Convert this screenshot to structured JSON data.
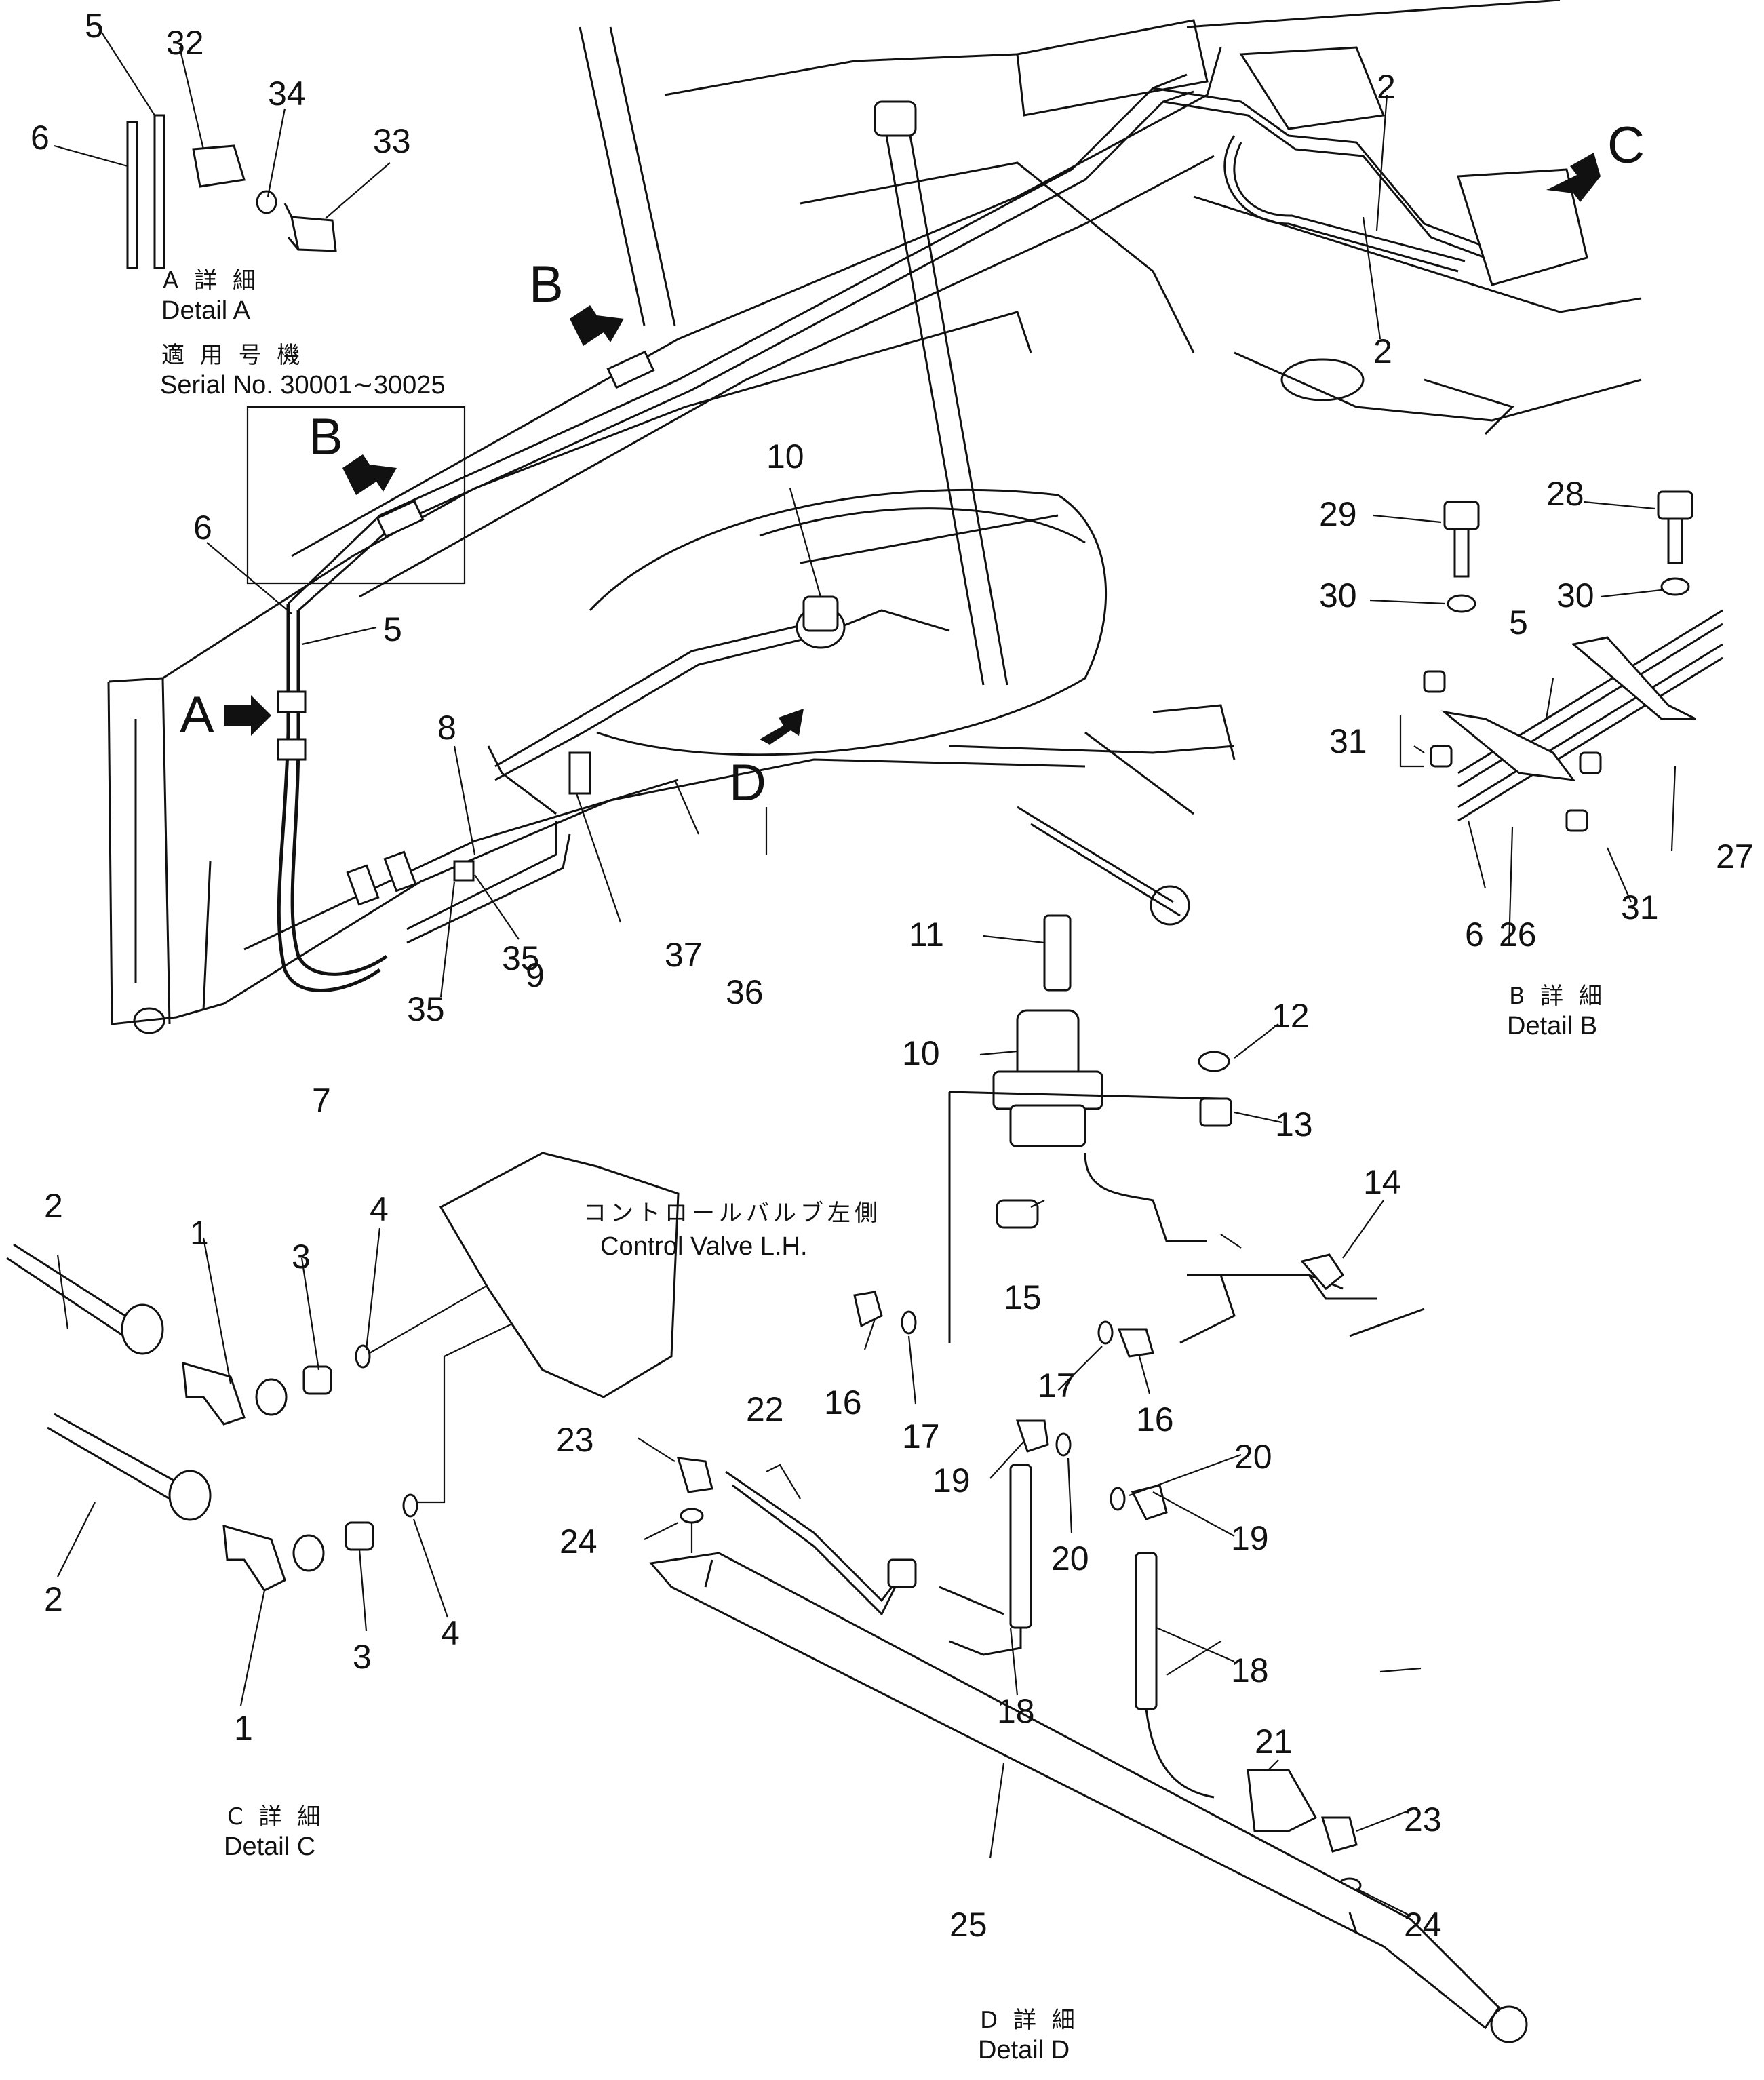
{
  "details": {
    "a": {
      "jp": "A 詳 細",
      "en": "Detail A"
    },
    "b": {
      "jp": "B 詳 細",
      "en": "Detail B"
    },
    "c": {
      "jp": "C 詳 細",
      "en": "Detail C"
    },
    "d": {
      "jp": "D 詳 細",
      "en": "Detail D"
    }
  },
  "serial": {
    "jp": "適 用 号 機",
    "en": "Serial No. 30001∼30025"
  },
  "control_valve": {
    "jp": "コントロールバルブ左側",
    "en": "Control Valve L.H."
  },
  "view_letters": {
    "a": "A",
    "b": "B",
    "c": "C",
    "d": "D"
  },
  "parts": [
    "1",
    "2",
    "3",
    "4",
    "5",
    "6",
    "7",
    "8",
    "9",
    "10",
    "11",
    "12",
    "13",
    "14",
    "15",
    "16",
    "17",
    "18",
    "19",
    "20",
    "21",
    "22",
    "23",
    "24",
    "25",
    "26",
    "27",
    "28",
    "29",
    "30",
    "31",
    "32",
    "33",
    "34",
    "35",
    "36",
    "37"
  ],
  "colors": {
    "line": "#111111",
    "background": "#ffffff"
  }
}
